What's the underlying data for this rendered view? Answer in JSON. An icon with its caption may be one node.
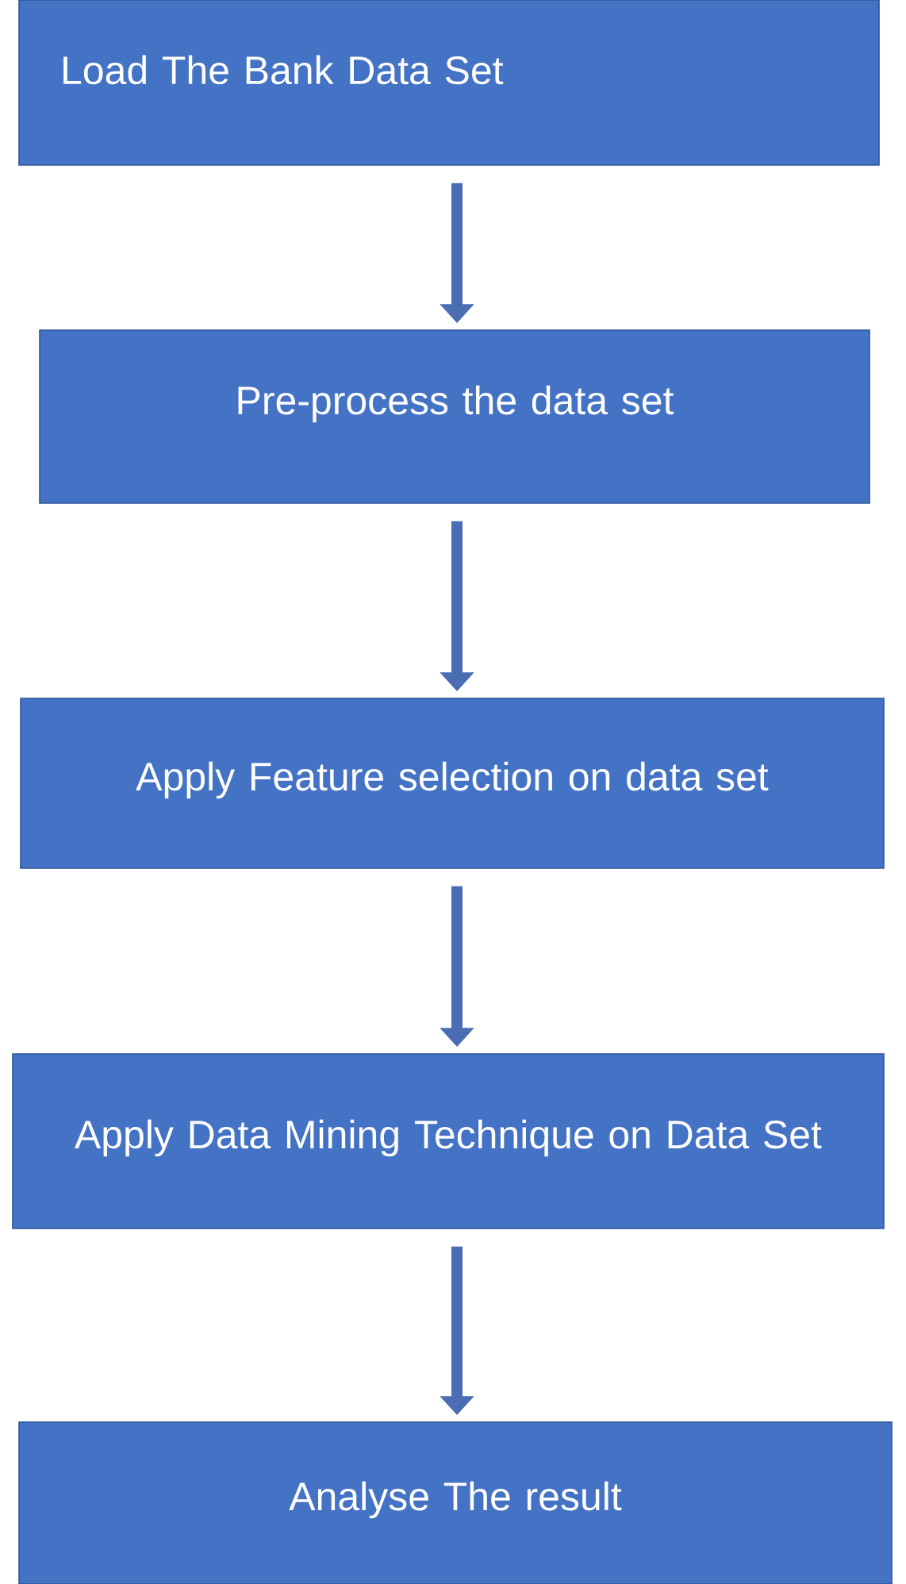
{
  "diagram": {
    "nodes": [
      {
        "text": [
          "Load The Bank Data Set"
        ]
      },
      {
        "text": [
          "Pre-process the data set"
        ]
      },
      {
        "text": [
          "Apply Feature selection on data set"
        ]
      },
      {
        "text": [
          "Apply Data Mining Technique on Data Set"
        ]
      },
      {
        "text": [
          "Analyse The result"
        ]
      }
    ],
    "edges": [
      {
        "from": 0,
        "to": 1,
        "arrow": "to"
      },
      {
        "from": 1,
        "to": 2,
        "arrow": "to"
      },
      {
        "from": 2,
        "to": 3,
        "arrow": "to"
      },
      {
        "from": 3,
        "to": 4,
        "arrow": "to"
      }
    ]
  }
}
